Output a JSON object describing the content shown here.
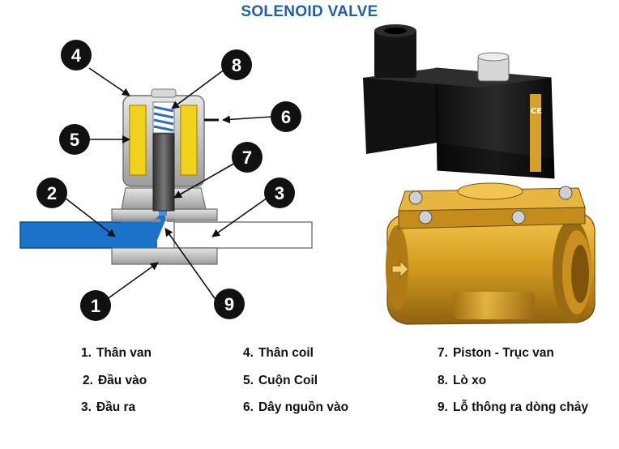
{
  "title": "SOLENOID VALVE",
  "callouts": [
    "1",
    "2",
    "3",
    "4",
    "5",
    "6",
    "7",
    "8",
    "9"
  ],
  "legend": [
    {
      "num": "1.",
      "label": "Thân van"
    },
    {
      "num": "2.",
      "label": "Đầu vào"
    },
    {
      "num": "3.",
      "label": "Đầu ra"
    },
    {
      "num": "4.",
      "label": "Thân coil"
    },
    {
      "num": "5.",
      "label": "Cuộn Coil"
    },
    {
      "num": "6.",
      "label": "Dây nguồn vào"
    },
    {
      "num": "7.",
      "label": "Piston - Trục van"
    },
    {
      "num": "8.",
      "label": "Lò xo"
    },
    {
      "num": "9.",
      "label": "Lỗ thông ra dòng chảy"
    }
  ],
  "photo_marks": {
    "ce": "CE"
  },
  "colors": {
    "title": "#1f5fa8",
    "inlet_water": "#1a73c8",
    "coil": "#f2d21a",
    "body_gray": "#b8b8b8",
    "brass": "#d39a1e",
    "coil_black": "#1b1b1b"
  }
}
